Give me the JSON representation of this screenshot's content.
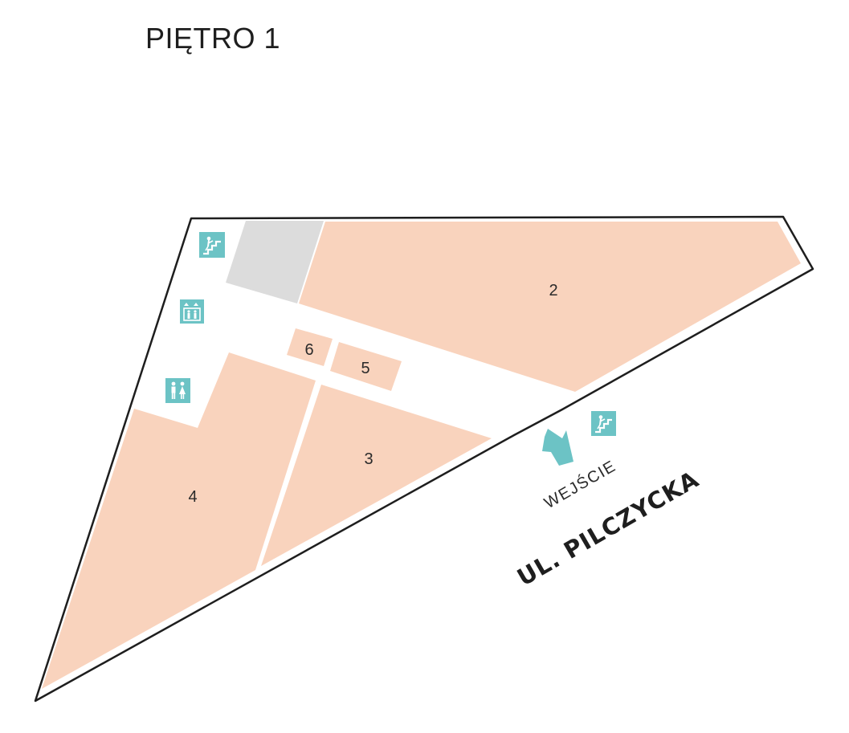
{
  "floor": {
    "title": "PIĘTRO 1"
  },
  "units": {
    "u2": "2",
    "u3": "3",
    "u4": "4",
    "u5": "5",
    "u6": "6"
  },
  "entrance": {
    "label": "WEJŚCIE"
  },
  "street": {
    "name": "UL. PILCZYCKA"
  },
  "icons": [
    "stairs-icon",
    "elevator-icon",
    "restroom-icon",
    "entrance-arrow-icon"
  ],
  "colors": {
    "unit_fill": "#f9d3bd",
    "service_area": "#dcdcdc",
    "icon_teal": "#6cc3c5",
    "outline": "#1e1e1e"
  }
}
